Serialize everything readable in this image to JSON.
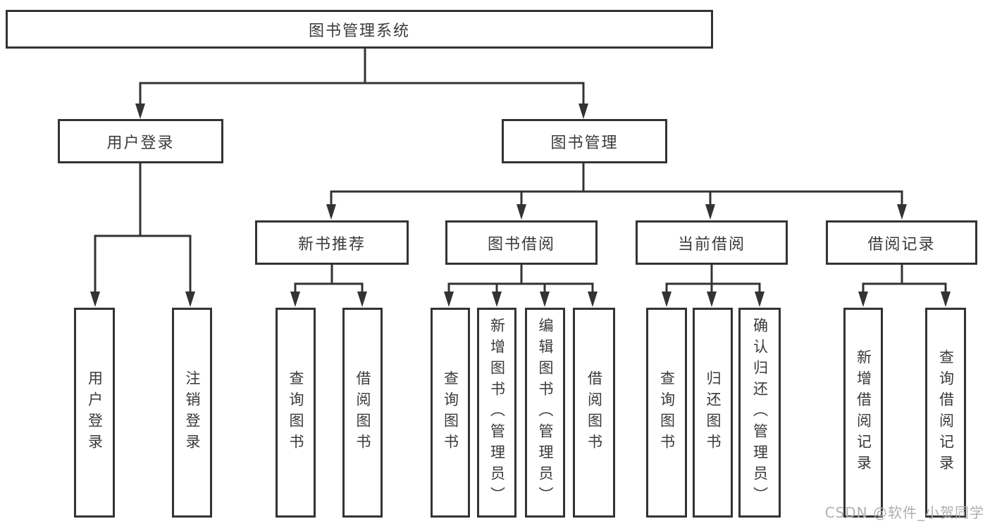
{
  "diagram": {
    "background": "#ffffff",
    "colors": {
      "line": "#333333",
      "box_border": "#333333",
      "text": "#3a3a3a",
      "watermark": "#b0b0b0"
    },
    "watermark": "CSDN @软件_小贺同学",
    "tree": {
      "label": "图书管理系统",
      "children": [
        {
          "label": "用户登录",
          "children": [
            {
              "label": "用户登录"
            },
            {
              "label": "注销登录"
            }
          ]
        },
        {
          "label": "图书管理",
          "children": [
            {
              "label": "新书推荐",
              "children": [
                {
                  "label": "查询图书"
                },
                {
                  "label": "借阅图书"
                }
              ]
            },
            {
              "label": "图书借阅",
              "children": [
                {
                  "label": "查询图书"
                },
                {
                  "label": "新增图书（管理员）"
                },
                {
                  "label": "编辑图书（管理员）"
                },
                {
                  "label": "借阅图书"
                }
              ]
            },
            {
              "label": "当前借阅",
              "children": [
                {
                  "label": "查询图书"
                },
                {
                  "label": "归还图书"
                },
                {
                  "label": "确认归还（管理员）"
                }
              ]
            },
            {
              "label": "借阅记录",
              "children": [
                {
                  "label": "新增借阅记录"
                },
                {
                  "label": "查询借阅记录"
                }
              ]
            }
          ]
        }
      ]
    }
  }
}
